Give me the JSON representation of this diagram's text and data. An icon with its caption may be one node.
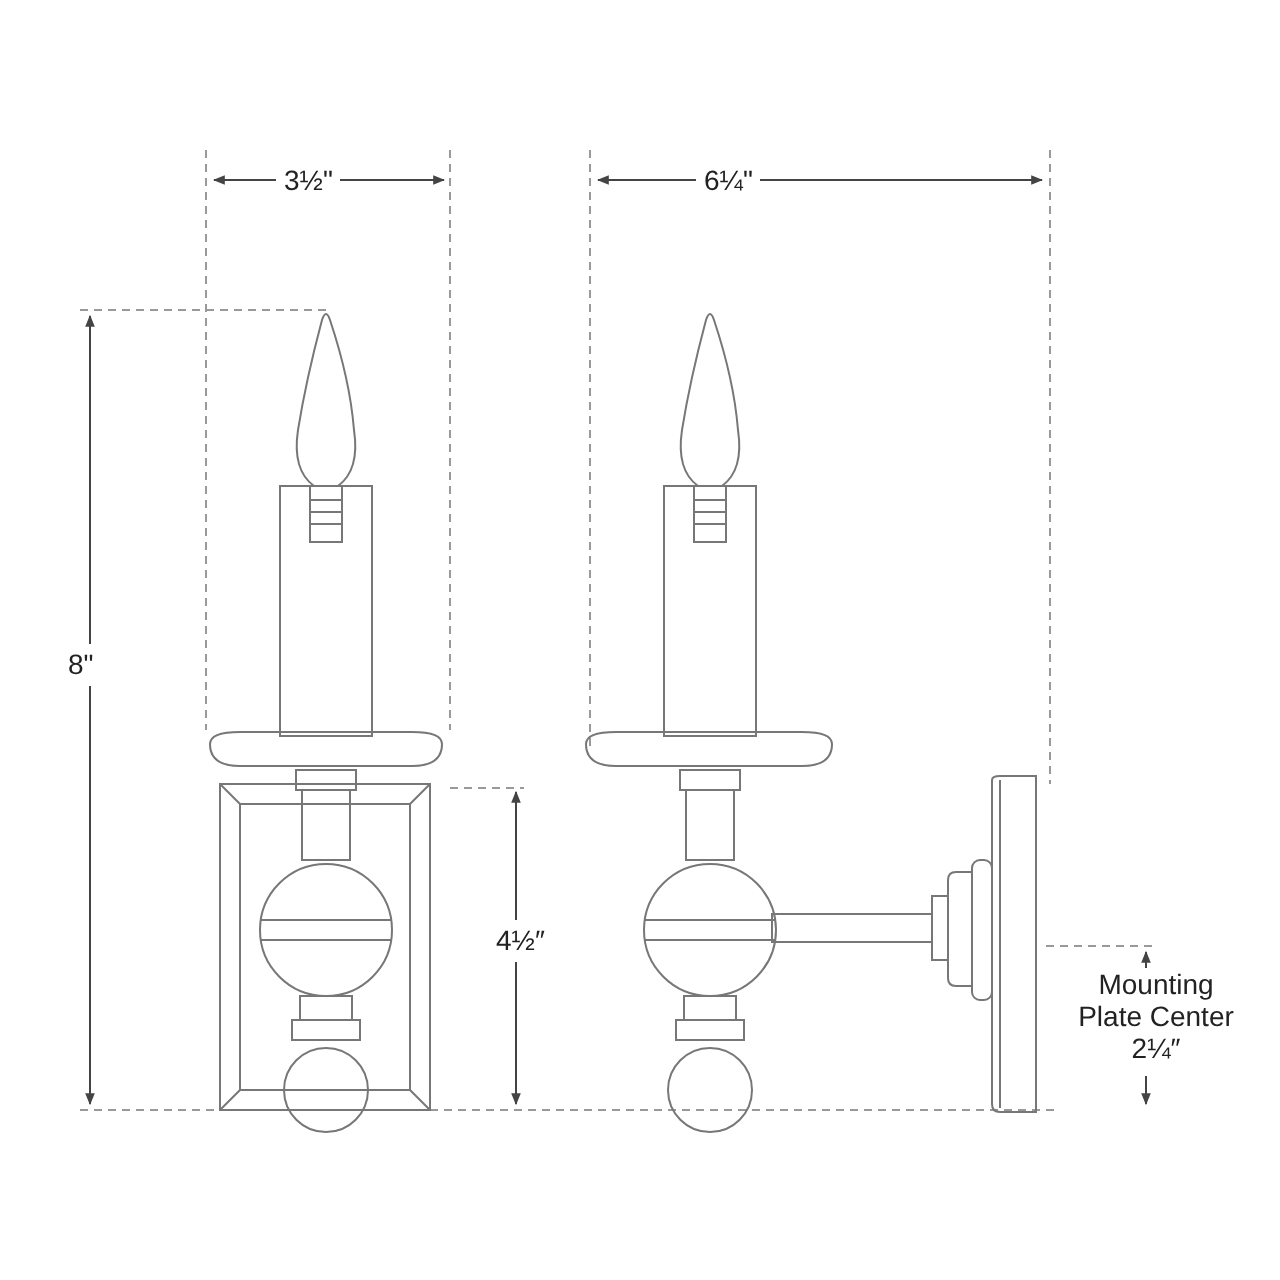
{
  "diagram": {
    "labels": [
      "3½\"",
      "6¼\"",
      "8\"",
      "4½″",
      "Mounting Plate Center 2¼″"
    ]
  }
}
